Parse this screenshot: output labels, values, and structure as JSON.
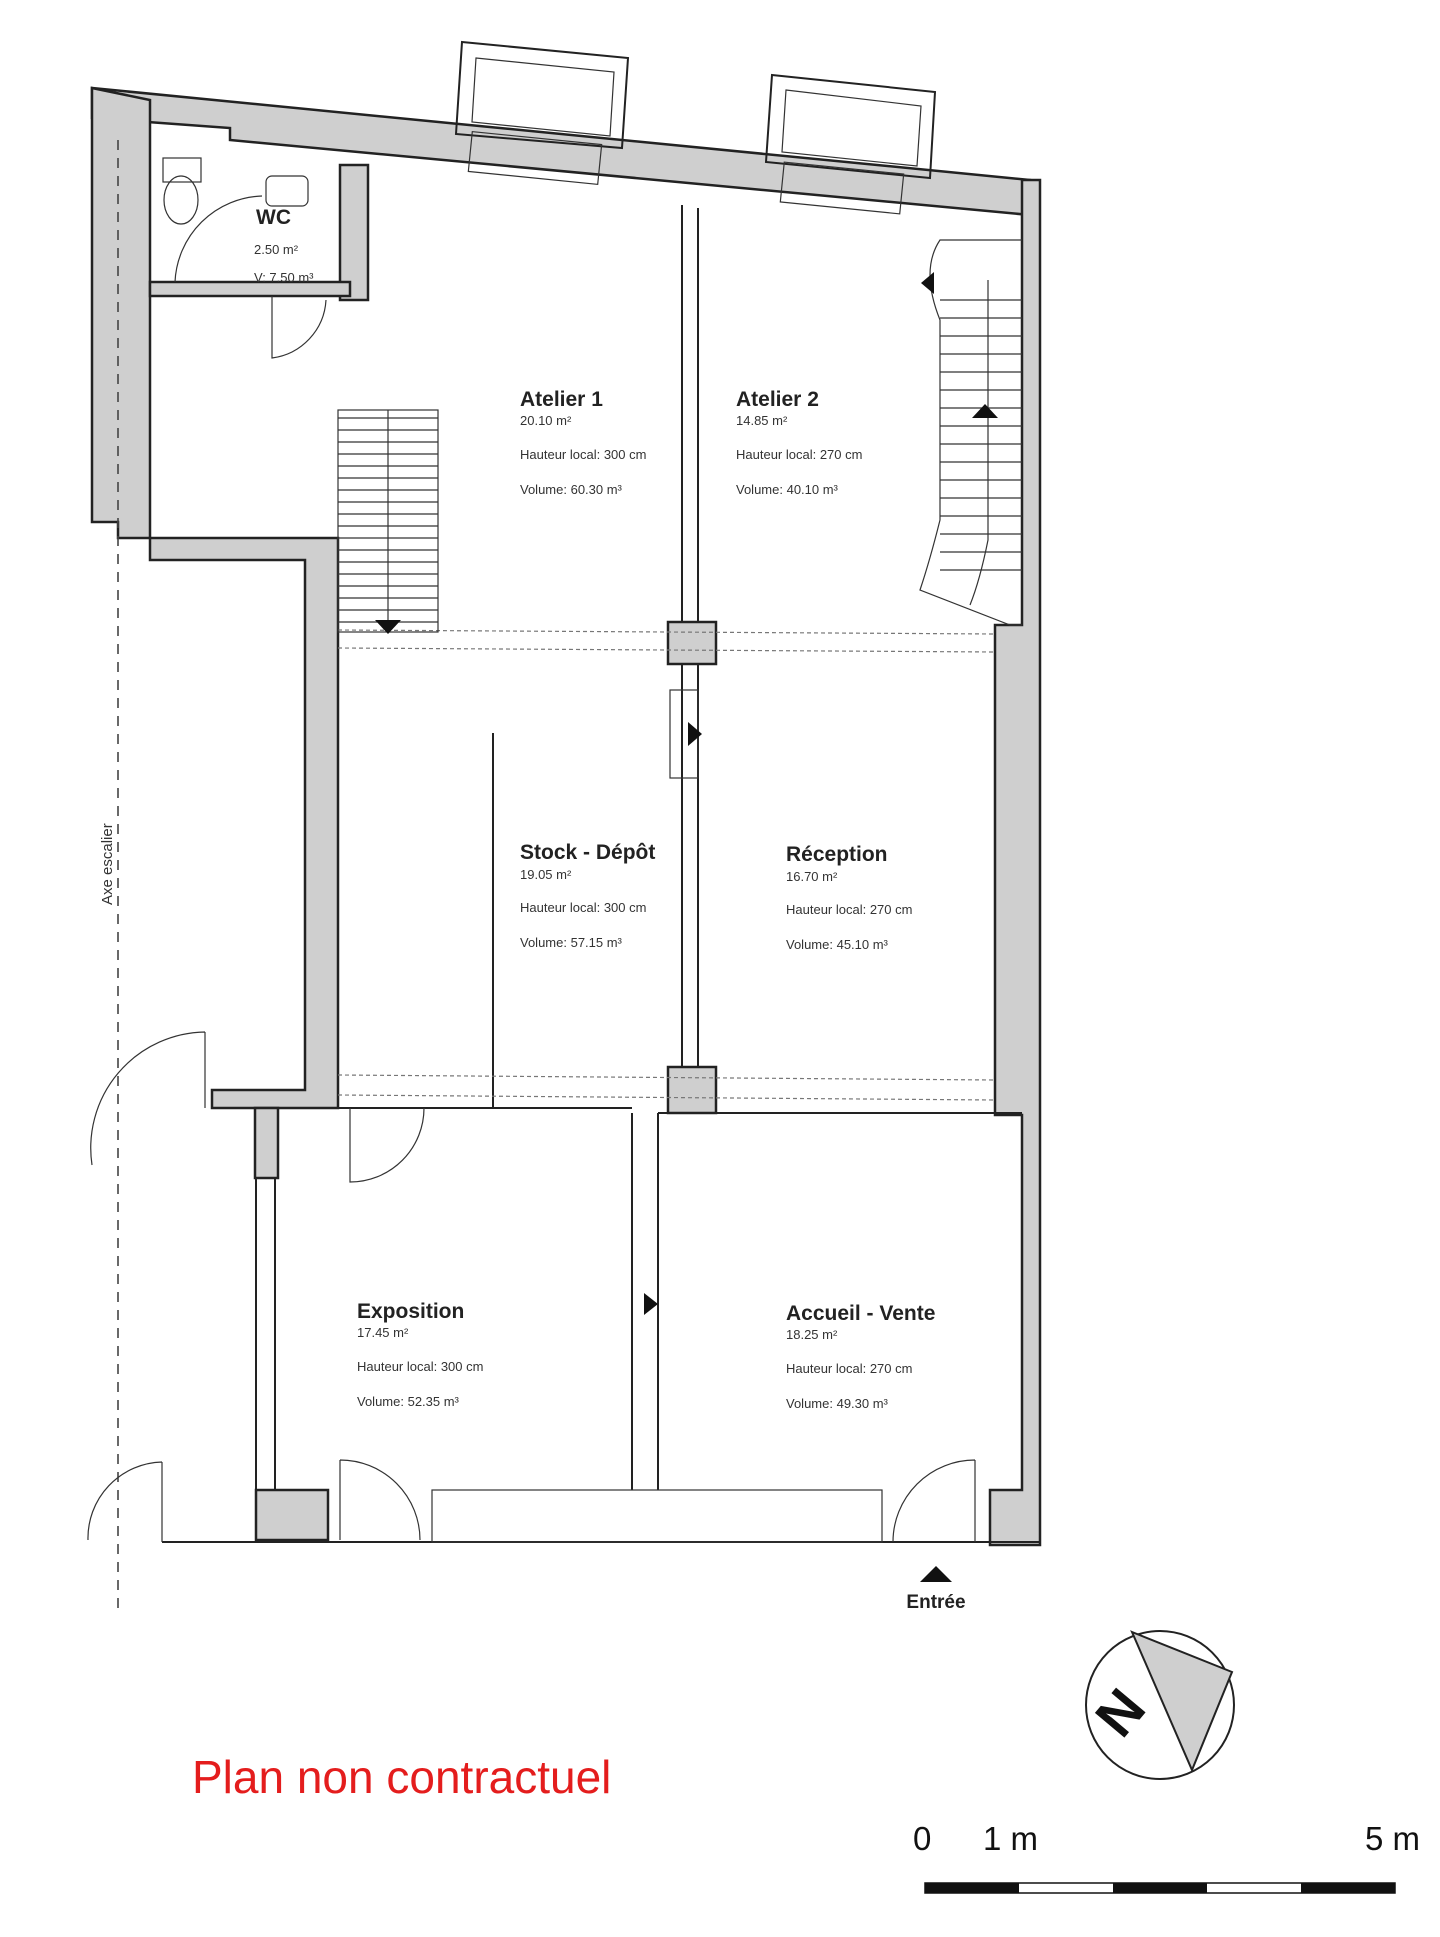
{
  "rooms": {
    "wc": {
      "name": "WC",
      "area": "2.50 m²",
      "volume": "V: 7.50 m³"
    },
    "atelier1": {
      "name": "Atelier 1",
      "area": "20.10 m²",
      "height": "Hauteur local: 300 cm",
      "volume": "Volume: 60.30 m³"
    },
    "atelier2": {
      "name": "Atelier 2",
      "area": "14.85 m²",
      "height": "Hauteur local: 270 cm",
      "volume": "Volume: 40.10 m³"
    },
    "stock": {
      "name": "Stock - Dépôt",
      "area": "19.05 m²",
      "height": "Hauteur local: 300 cm",
      "volume": "Volume: 57.15 m³"
    },
    "reception": {
      "name": "Réception",
      "area": "16.70 m²",
      "height": "Hauteur local: 270 cm",
      "volume": "Volume: 45.10 m³"
    },
    "exposition": {
      "name": "Exposition",
      "area": "17.45 m²",
      "height": "Hauteur local: 300 cm",
      "volume": "Volume: 52.35 m³"
    },
    "accueil": {
      "name": "Accueil - Vente",
      "area": "18.25 m²",
      "height": "Hauteur local: 270 cm",
      "volume": "Volume: 49.30 m³"
    }
  },
  "labels": {
    "axe": "Axe escalier",
    "entree": "Entrée",
    "disclaimer": "Plan non contractuel",
    "north": "N"
  },
  "scale": {
    "zero": "0",
    "one": "1 m",
    "five": "5 m"
  },
  "colors": {
    "wall_fill": "#cfcfcf",
    "disclaimer": "#e41d1d"
  }
}
